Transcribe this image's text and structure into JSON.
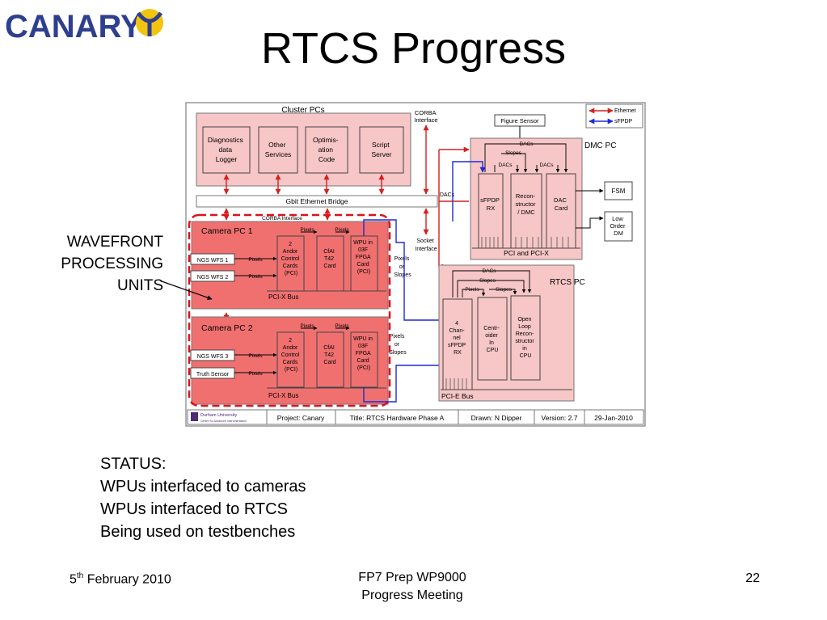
{
  "logo": {
    "text": "CANARY"
  },
  "title": "RTCS Progress",
  "annotation": {
    "lines": [
      "WAVEFRONT",
      "PROCESSING",
      "UNITS"
    ]
  },
  "status": {
    "lines": [
      "STATUS:",
      "WPUs interfaced to cameras",
      "WPUs interfaced to RTCS",
      "Being used on testbenches"
    ]
  },
  "footer": {
    "date_day": "5",
    "date_sup": "th",
    "date_rest": " February 2010",
    "meeting_line1": "FP7 Prep WP9000",
    "meeting_line2": "Progress Meeting",
    "page": "22"
  },
  "diagram": {
    "cluster_title": "Cluster PCs",
    "cluster_boxes": [
      {
        "lines": [
          "Diagnostics",
          "data",
          "Logger"
        ]
      },
      {
        "lines": [
          "Other",
          "Services"
        ]
      },
      {
        "lines": [
          "Optimis-",
          "ation",
          "Code"
        ]
      },
      {
        "lines": [
          "Script",
          "Server"
        ]
      }
    ],
    "corba_label": [
      "CORBA",
      "Interface"
    ],
    "gbit": "Gbit Ethernet Bridge",
    "dacs_label": "DACs",
    "socket_label": [
      "Socket",
      "Interface"
    ],
    "legend": {
      "ethernet": "Ethernet",
      "sfpdp": "sFPDP"
    },
    "figure_sensor": "Figure Sensor",
    "dmc": {
      "title": "DMC PC",
      "dacs_top": "DACs",
      "slopes": "Slopes",
      "dacs_a": "DACs",
      "dacs_b": "DACs",
      "boxes": [
        {
          "lines": [
            "sFPDP",
            "RX"
          ]
        },
        {
          "lines": [
            "Recon-",
            "structor",
            "/ DMC"
          ]
        },
        {
          "lines": [
            "DAC",
            "Card"
          ]
        }
      ],
      "bus": "PCI and PCI-X"
    },
    "fsm": "FSM",
    "low_order_dm": [
      "Low",
      "Order",
      "DM"
    ],
    "camera1": {
      "corba": "CORBA Interface",
      "title": "Camera PC 1",
      "pixels_a": "Pixels",
      "pixels_b": "Pixels",
      "wfs1": "NGS WFS 1",
      "wfs2": "NGS WFS 2",
      "pix_in1": "Pixels",
      "pix_in2": "Pixels",
      "card1": [
        "2",
        "Andor",
        "Control",
        "Cards",
        "(PCI)"
      ],
      "card2": [
        "CfAI",
        "T42",
        "Card"
      ],
      "card3": [
        "WPU in",
        "03F",
        "FPGA",
        "Card",
        "(PCI)"
      ],
      "bus": "PCI-X Bus",
      "out": [
        "Pixels",
        "or",
        "Slopes"
      ]
    },
    "camera2": {
      "title": "Camera PC 2",
      "pixels_a": "Pixels",
      "pixels_b": "Pixels",
      "wfs3": "NGS WFS 3",
      "truth": "Truth Sensor",
      "pix_in1": "Pixels",
      "pix_in2": "Pixels",
      "card1": [
        "2",
        "Andor",
        "Control",
        "Cards",
        "(PCI)"
      ],
      "card2": [
        "CfAI",
        "T42",
        "Card"
      ],
      "card3": [
        "WPU in",
        "03F",
        "FPGA",
        "Card",
        "(PCI)"
      ],
      "bus": "PCI-X Bus",
      "out": [
        "Pixels",
        "or",
        "Slopes"
      ]
    },
    "rtcs": {
      "title": "RTCS PC",
      "dacs": "DACs",
      "slopes_top": "Slopes",
      "pixels": "Pixels",
      "slopes": "Slopes",
      "boxes": [
        {
          "lines": [
            "4",
            "Chan-",
            "nel",
            "sFPDP",
            "RX"
          ]
        },
        {
          "lines": [
            "Centr-",
            "oider",
            "In",
            "CPU"
          ]
        },
        {
          "lines": [
            "Open",
            "Loop",
            "Recon-",
            "structor",
            "in",
            "CPU"
          ]
        }
      ],
      "bus": "PCI-E Bus"
    },
    "titlebar": {
      "org": [
        "Durham University",
        "Centre for Advanced Instrumentation"
      ],
      "project": "Project: Canary",
      "title": "Title: RTCS Hardware Phase A",
      "drawn": "Drawn: N Dipper",
      "version": "Version: 2.7",
      "date": "29-Jan-2010"
    },
    "colors": {
      "box_fill": "#f7c6c6",
      "red": "#d42020",
      "blue": "#1c2bd6",
      "highlight": "#f07070"
    }
  }
}
